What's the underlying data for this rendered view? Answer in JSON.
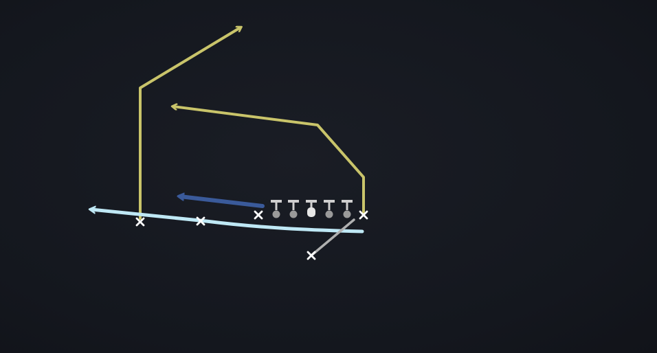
{
  "play_diagram": {
    "colors": {
      "background": "#14171e",
      "route_primary": "#c9c46a",
      "route_motion": "#bfe8f5",
      "route_block": "#3a5a9a",
      "route_secondary": "#b0b0b0",
      "player_marker": "#ffffff",
      "lineman": "#9a9a9a"
    },
    "offense": {
      "receivers": [
        {
          "id": "wr-left",
          "marker": "x",
          "route": "post"
        },
        {
          "id": "slot-left",
          "marker": "x",
          "route": "motion"
        },
        {
          "id": "te-left",
          "marker": "x",
          "route": "block-release"
        },
        {
          "id": "wr-right",
          "marker": "x",
          "route": "deep-cross"
        },
        {
          "id": "back",
          "marker": "x",
          "route": "flat"
        }
      ],
      "linemen_count": 5,
      "center_index": 2
    }
  }
}
